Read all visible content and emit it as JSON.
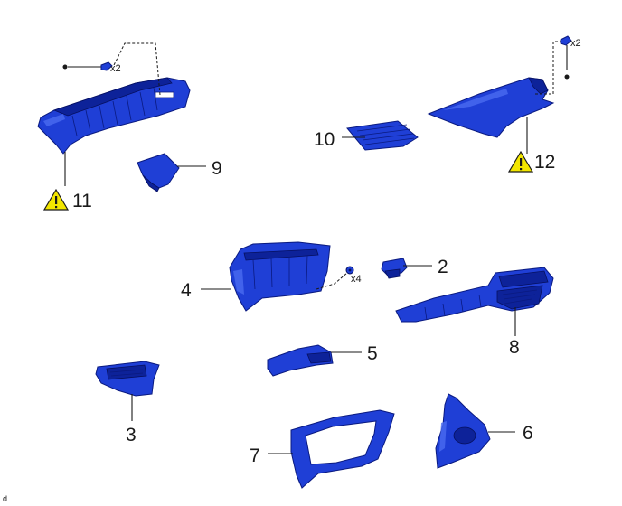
{
  "diagram": {
    "callouts": {
      "p2": "2",
      "p3": "3",
      "p4": "4",
      "p5": "5",
      "p6": "6",
      "p7": "7",
      "p8": "8",
      "p9": "9",
      "p10": "10",
      "p11": "11",
      "p12": "12"
    },
    "quantities": {
      "clip_11": "x2",
      "clip_12": "x2",
      "screw_4": "x4"
    },
    "corner_label": "d",
    "warning_icons": [
      "caution-triangle",
      "caution-triangle"
    ],
    "colors": {
      "part_fill": "#1f3fd6",
      "part_dark": "#0d2299",
      "warning_fill": "#f2e600",
      "line": "#1a1a1a"
    }
  }
}
